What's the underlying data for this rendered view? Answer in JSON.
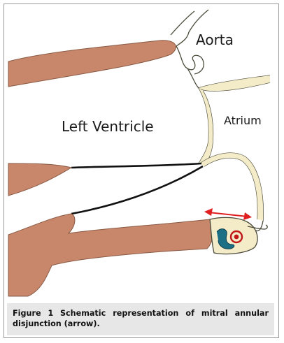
{
  "figure": {
    "labels": {
      "aorta": "Aorta",
      "atrium": "Atrium",
      "left_ventricle": "Left Ventricle"
    },
    "colors": {
      "muscle": "#c8876b",
      "muscle_outline": "#8a5a44",
      "wall": "#f4ecc8",
      "arrow": "#e02020",
      "vessel_teal": "#1d6f86",
      "vessel_red": "#c01818"
    }
  },
  "caption": {
    "label": "Figure 1",
    "text": "Schematic representation of mitral annular disjunction (arrow)."
  }
}
